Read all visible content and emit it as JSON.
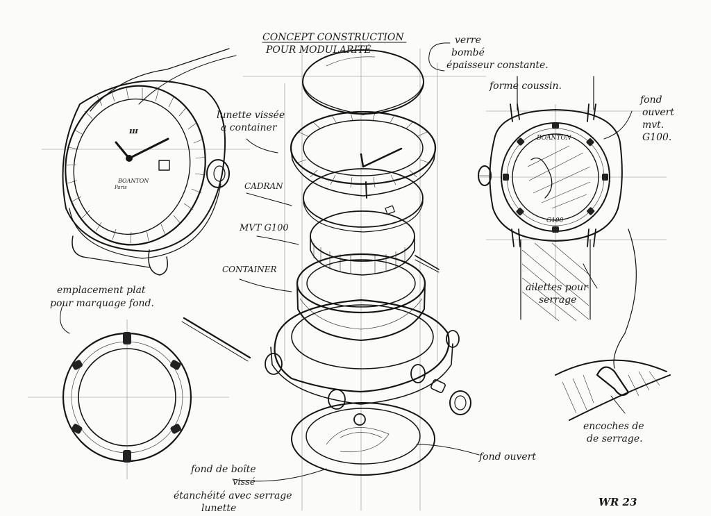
{
  "title_line1": "CONCEPT CONSTRUCTION",
  "title_line2": "POUR MODULARITÉ",
  "annotations": {
    "verre_l1": "verre",
    "verre_l2": "bombé",
    "verre_l3": "épaisseur constante.",
    "lunette_l1": "lunette vissée",
    "lunette_l2": "à container",
    "cadran": "CADRAN",
    "mvt": "MVT G100",
    "container": "CONTAINER",
    "forme_coussin": "forme coussin.",
    "fond_l1": "fond",
    "fond_l2": "ouvert",
    "fond_l3": "mvt.",
    "fond_l4": "G100.",
    "ailettes_l1": "ailettes pour",
    "ailettes_l2": "serrage",
    "emplacement_l1": "emplacement plat",
    "emplacement_l2": "pour marquage fond.",
    "encoches_l1": "encoches de",
    "encoches_l2": "de serrage.",
    "fond_ouvert": "fond ouvert",
    "fond_boite_l1": "fond de boîte",
    "fond_boite_l2": "vissé",
    "fond_boite_l3": "étanchéité avec serrage",
    "fond_boite_l4": "lunette",
    "signature": "WR 23"
  },
  "dial_marks": {
    "brand_front": "BOANTON",
    "brand_front_sub": "Paris",
    "brand_back": "BOANTON",
    "caliber_back": "G100"
  }
}
